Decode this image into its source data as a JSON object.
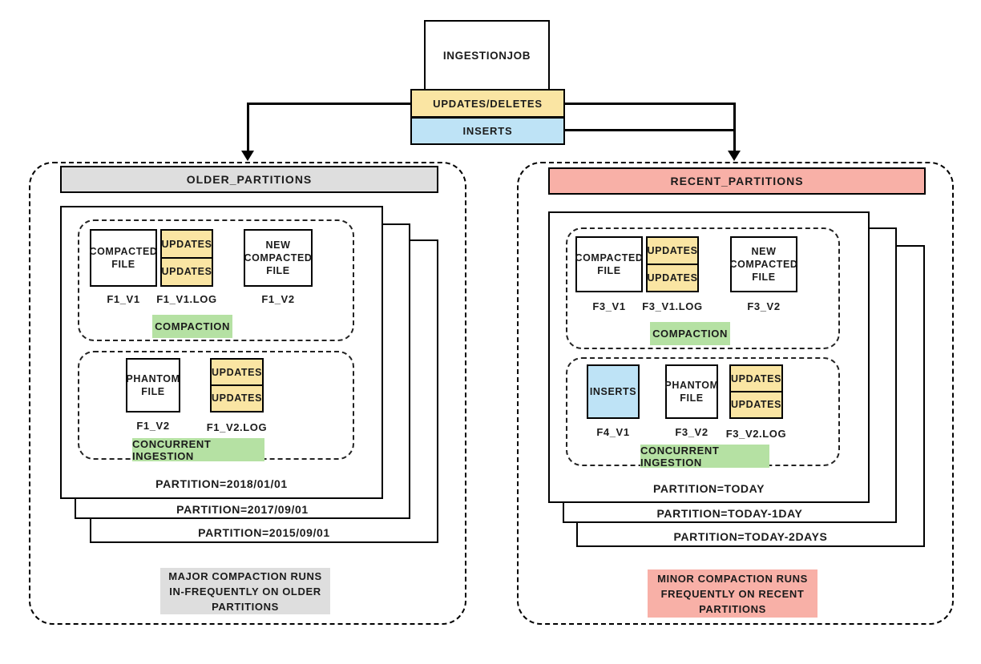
{
  "colors": {
    "yellow": "#FAE5A3",
    "blue": "#BEE3F6",
    "green": "#B5E1A3",
    "gray": "#DEDEDE",
    "salmon": "#F8B0A7",
    "line": "#000000"
  },
  "ingestion": {
    "job": "INGESTIONJOB",
    "updates_deletes": "UPDATES/DELETES",
    "inserts": "INSERTS"
  },
  "left": {
    "header": "OLDER_PARTITIONS",
    "compaction": {
      "files": [
        {
          "text": "COMPACTED\nFILE",
          "label": "F1_V1"
        },
        {
          "cells": [
            "UPDATES",
            "UPDATES"
          ],
          "label": "F1_V1.LOG"
        },
        {
          "text": "NEW\nCOMPACTED\nFILE",
          "label": "F1_V2"
        }
      ],
      "badge": "COMPACTION"
    },
    "concurrent": {
      "files": [
        {
          "text": "PHANTOM\nFILE",
          "label": "F1_V2"
        },
        {
          "cells": [
            "UPDATES",
            "UPDATES"
          ],
          "label": "F1_V2.LOG"
        }
      ],
      "badge": "CONCURRENT INGESTION"
    },
    "partitions": [
      "PARTITION=2018/01/01",
      "PARTITION=2017/09/01",
      "PARTITION=2015/09/01"
    ],
    "caption": "MAJOR COMPACTION RUNS\nIN-FREQUENTLY ON OLDER\nPARTITIONS"
  },
  "right": {
    "header": "RECENT_PARTITIONS",
    "compaction": {
      "files": [
        {
          "text": "COMPACTED\nFILE",
          "label": "F3_V1"
        },
        {
          "cells": [
            "UPDATES",
            "UPDATES"
          ],
          "label": "F3_V1.LOG"
        },
        {
          "text": "NEW\nCOMPACTED\nFILE",
          "label": "F3_V2"
        }
      ],
      "badge": "COMPACTION"
    },
    "concurrent": {
      "files": [
        {
          "text": "INSERTS",
          "label": "F4_V1"
        },
        {
          "text": "PHANTOM\nFILE",
          "label": "F3_V2"
        },
        {
          "cells": [
            "UPDATES",
            "UPDATES"
          ],
          "label": "F3_V2.LOG"
        }
      ],
      "badge": "CONCURRENT INGESTION"
    },
    "partitions": [
      "PARTITION=TODAY",
      "PARTITION=TODAY-1DAY",
      "PARTITION=TODAY-2DAYS"
    ],
    "caption": "MINOR COMPACTION RUNS\nFREQUENTLY ON RECENT\nPARTITIONS"
  }
}
